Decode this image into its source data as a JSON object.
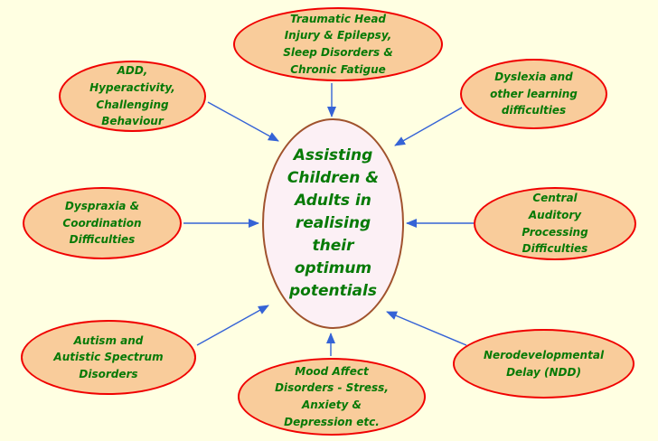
{
  "diagram": {
    "title": "Assisting Children & Adults mind map",
    "center": {
      "id": "assisting-children-adults",
      "label": "Assisting\nChildren &\nAdults in\nrealising\ntheir\noptimum\npotentials"
    },
    "nodes": [
      {
        "id": "traumatic-head-injury",
        "label": "Traumatic Head\nInjury & Epilepsy,\nSleep Disorders &\nChronic Fatigue"
      },
      {
        "id": "add-hyperactivity",
        "label": "ADD,\nHyperactivity,\nChallenging\nBehaviour"
      },
      {
        "id": "dyslexia",
        "label": "Dyslexia and\nother learning\ndifficulties"
      },
      {
        "id": "dyspraxia",
        "label": "Dyspraxia &\nCoordination\nDifficulties"
      },
      {
        "id": "central-auditory",
        "label": "Central\nAuditory\nProcessing\nDifficulties"
      },
      {
        "id": "autism",
        "label": "Autism and\nAutistic Spectrum\nDisorders"
      },
      {
        "id": "mood-affect",
        "label": "Mood Affect\nDisorders - Stress,\nAnxiety &\nDepression etc."
      },
      {
        "id": "ndd",
        "label": "Nerodevelopmental\nDelay (NDD)"
      }
    ]
  },
  "colors": {
    "background": "#FFFFE2",
    "node-fill": "#F9CC9B",
    "node-border": "#F00000",
    "center-fill": "#FCF0F5",
    "center-border": "#A0522D",
    "text-green": "#067A06",
    "arrow": "#3563D6"
  }
}
